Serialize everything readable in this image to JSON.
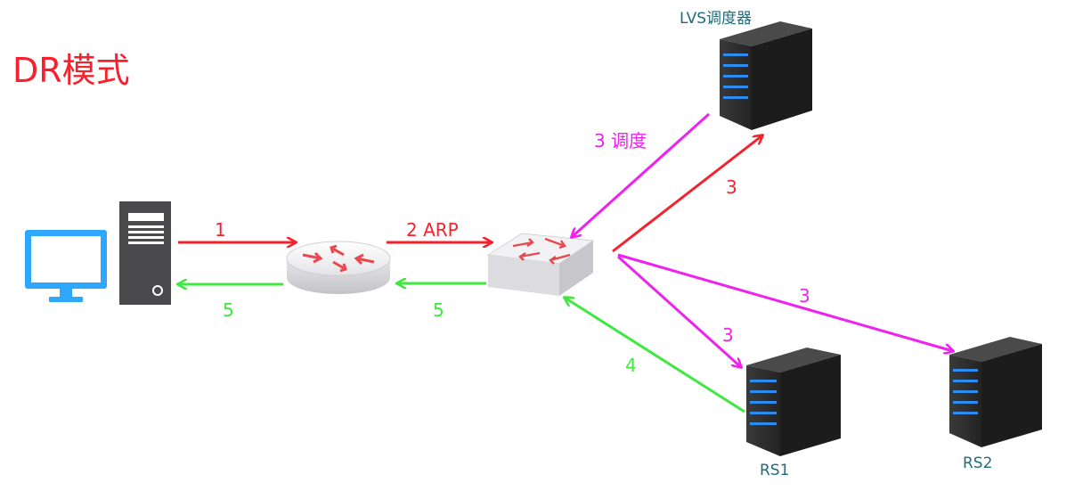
{
  "title": "DR模式",
  "nodes": {
    "lvs": {
      "label": "LVS调度器"
    },
    "rs1": {
      "label": "RS1"
    },
    "rs2": {
      "label": "RS2"
    }
  },
  "edges": [
    {
      "id": "client-to-router",
      "label": "1",
      "color": "#f5222d"
    },
    {
      "id": "router-to-client",
      "label": "5",
      "color": "#3ee83e"
    },
    {
      "id": "router-to-switch",
      "label": "2 ARP",
      "color": "#f5222d"
    },
    {
      "id": "switch-to-router",
      "label": "5",
      "color": "#3ee83e"
    },
    {
      "id": "lvs-to-switch",
      "label": "3 调度",
      "color": "#ee22ee"
    },
    {
      "id": "switch-to-lvs",
      "label": "3",
      "color": "#f5222d"
    },
    {
      "id": "switch-to-rs1",
      "label": "3",
      "color": "#ee22ee"
    },
    {
      "id": "switch-to-rs2",
      "label": "3",
      "color": "#ee22ee"
    },
    {
      "id": "rs1-to-switch",
      "label": "4",
      "color": "#3ee83e"
    }
  ]
}
